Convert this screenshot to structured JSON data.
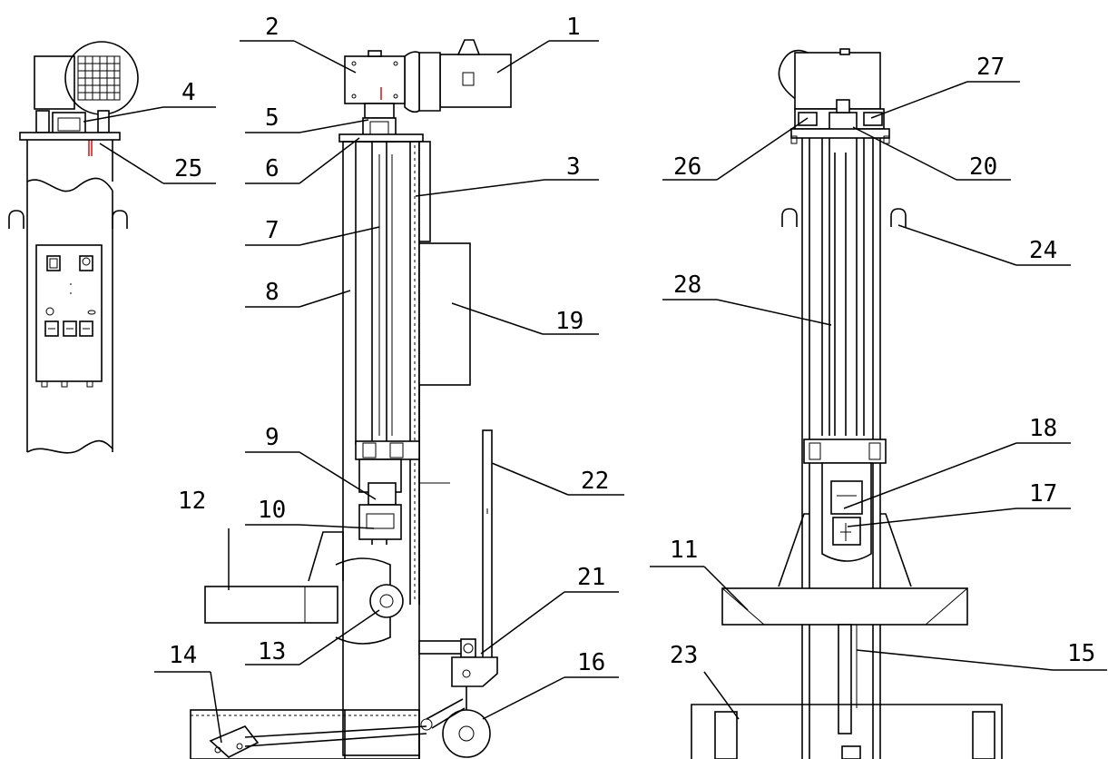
{
  "callouts": [
    {
      "id": "c1",
      "text": "1"
    },
    {
      "id": "c2",
      "text": "2"
    },
    {
      "id": "c3",
      "text": "3"
    },
    {
      "id": "c4",
      "text": "4"
    },
    {
      "id": "c5",
      "text": "5"
    },
    {
      "id": "c6",
      "text": "6"
    },
    {
      "id": "c7",
      "text": "7"
    },
    {
      "id": "c8",
      "text": "8"
    },
    {
      "id": "c9",
      "text": "9"
    },
    {
      "id": "c10",
      "text": "10"
    },
    {
      "id": "c11",
      "text": "11"
    },
    {
      "id": "c12",
      "text": "12"
    },
    {
      "id": "c13",
      "text": "13"
    },
    {
      "id": "c14",
      "text": "14"
    },
    {
      "id": "c15",
      "text": "15"
    },
    {
      "id": "c16",
      "text": "16"
    },
    {
      "id": "c17",
      "text": "17"
    },
    {
      "id": "c18",
      "text": "18"
    },
    {
      "id": "c19",
      "text": "19"
    },
    {
      "id": "c20",
      "text": "20"
    },
    {
      "id": "c21",
      "text": "21"
    },
    {
      "id": "c22",
      "text": "22"
    },
    {
      "id": "c23",
      "text": "23"
    },
    {
      "id": "c24",
      "text": "24"
    },
    {
      "id": "c25",
      "text": "25"
    },
    {
      "id": "c26",
      "text": "26"
    },
    {
      "id": "c27",
      "text": "27"
    },
    {
      "id": "c28",
      "text": "28"
    }
  ]
}
